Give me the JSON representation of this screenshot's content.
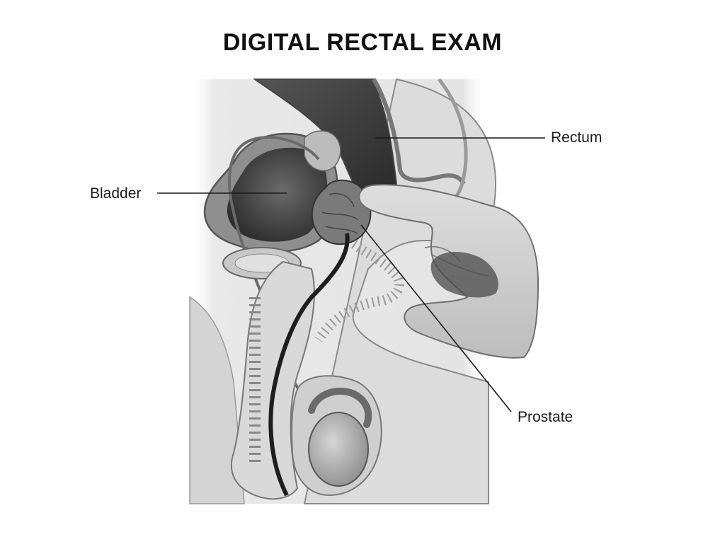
{
  "title": "DIGITAL RECTAL EXAM",
  "labels": {
    "rectum": "Rectum",
    "bladder": "Bladder",
    "prostate": "Prostate"
  },
  "colors": {
    "background": "#ffffff",
    "panel": "#e6e6e6",
    "tissue_light": "#cfcfcf",
    "tissue_mid": "#9a9a9a",
    "tissue_dark": "#3c3c3c",
    "outline": "#555555",
    "leader_line": "#1a1a1a"
  }
}
